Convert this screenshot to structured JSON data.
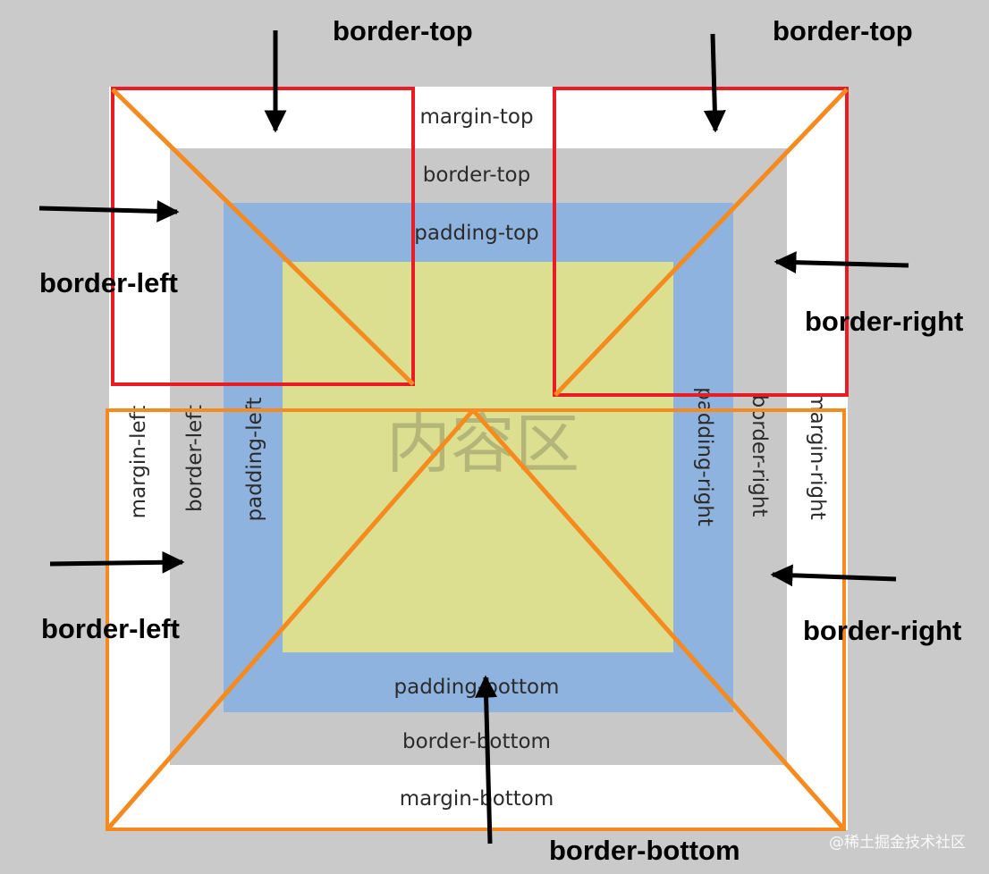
{
  "colors": {
    "background": "#cacaca",
    "margin": "#ffffff",
    "border": "#c8c8c8",
    "padding": "#8fb3df",
    "content": "#dcdf90",
    "red_outline": "#e81c24",
    "orange_outline": "#f58a1f",
    "arrow": "#000000"
  },
  "box_model": {
    "margin_top": "margin-top",
    "border_top": "border-top",
    "padding_top": "padding-top",
    "margin_left": "margin-left",
    "border_left": "border-left",
    "padding_left": "padding-left",
    "padding_right": "padding-right",
    "border_right": "border-right",
    "margin_right": "margin-right",
    "padding_bottom": "padding-bottom",
    "border_bottom": "border-bottom",
    "margin_bottom": "margin-bottom",
    "content": "内容区"
  },
  "callouts": {
    "border_top_left": "border-top",
    "border_top_right": "border-top",
    "border_left_upper": "border-left",
    "border_right_upper": "border-right",
    "border_left_lower": "border-left",
    "border_right_lower": "border-right",
    "border_bottom": "border-bottom"
  },
  "watermark": "@稀土掘金技术社区"
}
